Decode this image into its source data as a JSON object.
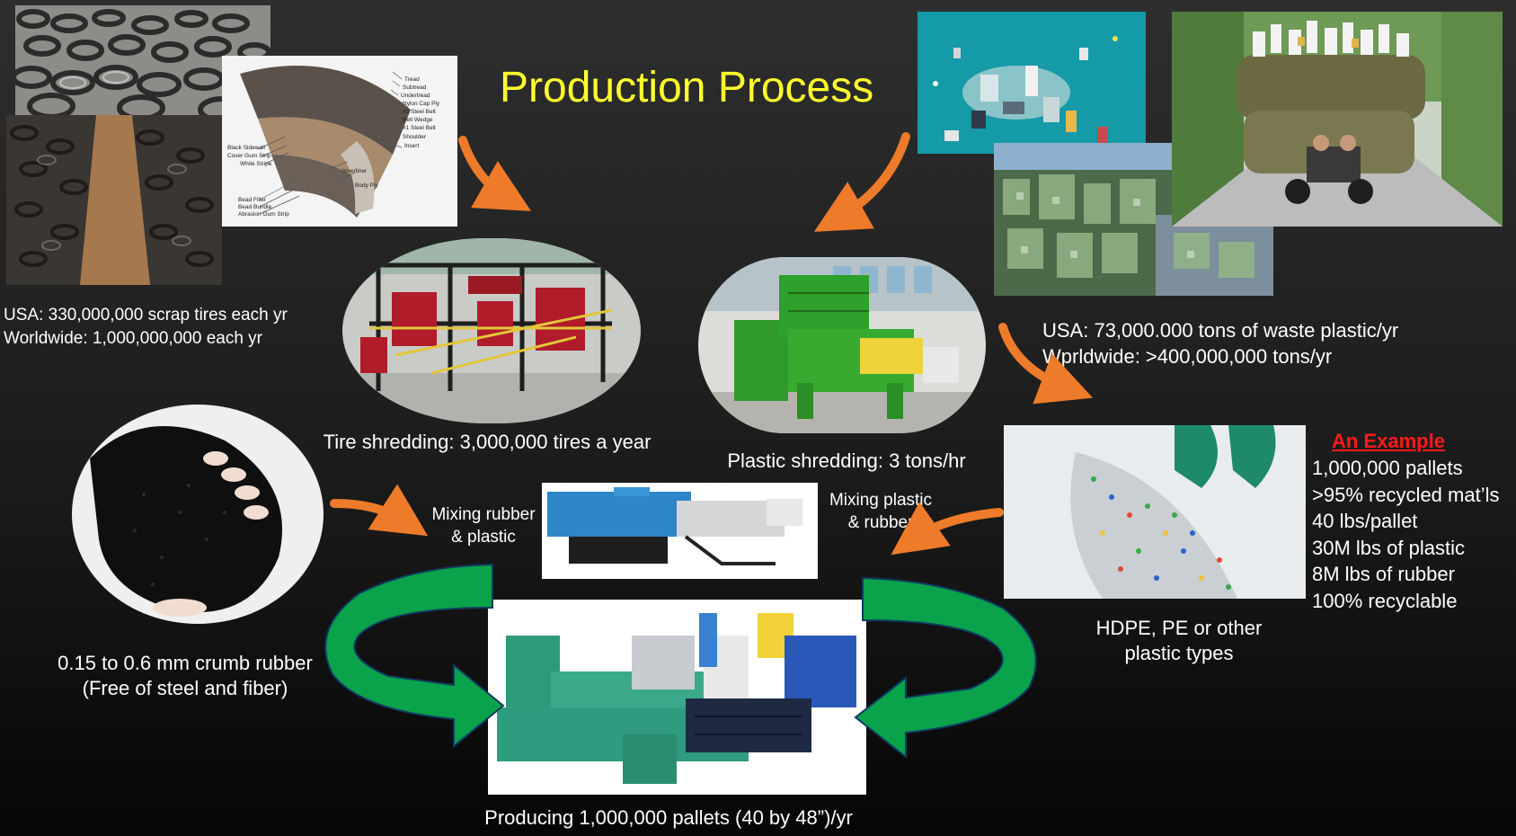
{
  "title": "Production Process",
  "tires": {
    "stats": [
      "USA: 330,000,000 scrap tires each yr",
      "Worldwide: 1,000,000,000 each yr"
    ],
    "diagram_labels": [
      "Tread",
      "Subtread",
      "Undertread",
      "Nylon Cap Ply",
      "#2 Steel Belt",
      "Belt Wedge",
      "#1 Steel Belt",
      "Shoulder",
      "Insert",
      "Black Sidewall",
      "Cover Gum Strip",
      "White Stripe",
      "Innerliner",
      "Body Ply",
      "Bead Filler",
      "Bead Bundle",
      "Abrasion Gum Strip"
    ]
  },
  "plastic": {
    "stats": [
      "USA: 73,000.000 tons of waste plastic/yr",
      "Wprldwide: >400,000,000 tons/yr"
    ]
  },
  "captions": {
    "tire_shredding": "Tire shredding: 3,000,000 tires a year",
    "plastic_shredding": "Plastic shredding: 3 tons/hr",
    "crumb_rubber": [
      "0.15 to 0.6 mm crumb rubber",
      "(Free of steel and fiber)"
    ],
    "plastic_types": [
      "HDPE, PE or other",
      "plastic types"
    ],
    "mixing_left": [
      "Mixing rubber",
      "& plastic"
    ],
    "mixing_right": [
      "Mixing plastic",
      "& rubber"
    ],
    "producing": "Producing 1,000,000 pallets (40 by 48”)/yr"
  },
  "example": {
    "heading": "An Example",
    "items": [
      "1,000,000 pallets",
      ">95% recycled mat’ls",
      "40 lbs/pallet",
      "30M lbs of plastic",
      "8M lbs of rubber",
      "100% recyclable"
    ]
  },
  "colors": {
    "title": "#ffff2e",
    "arrow_orange": "#ee7b2a",
    "cycle_green": "#0aa24a",
    "example_heading": "#ff1a1a"
  }
}
